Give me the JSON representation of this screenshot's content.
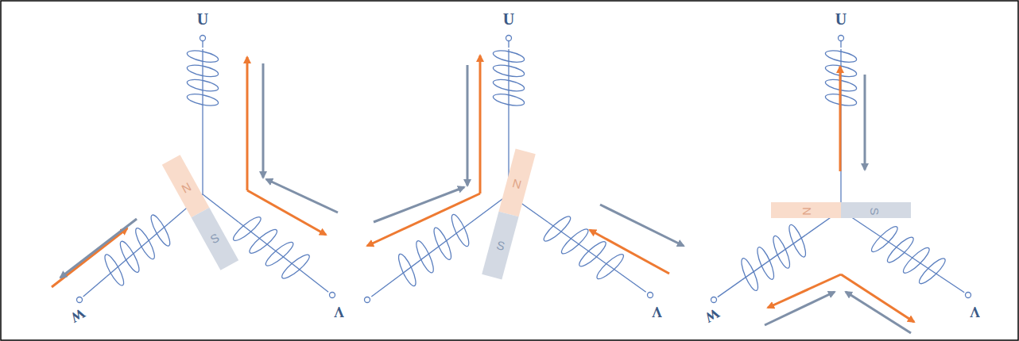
{
  "diagram": {
    "labels": [
      "U",
      "N",
      "S",
      "W",
      "V",
      "U",
      "N",
      "S",
      "V",
      "U",
      "N",
      "S",
      "W",
      "V"
    ]
  }
}
